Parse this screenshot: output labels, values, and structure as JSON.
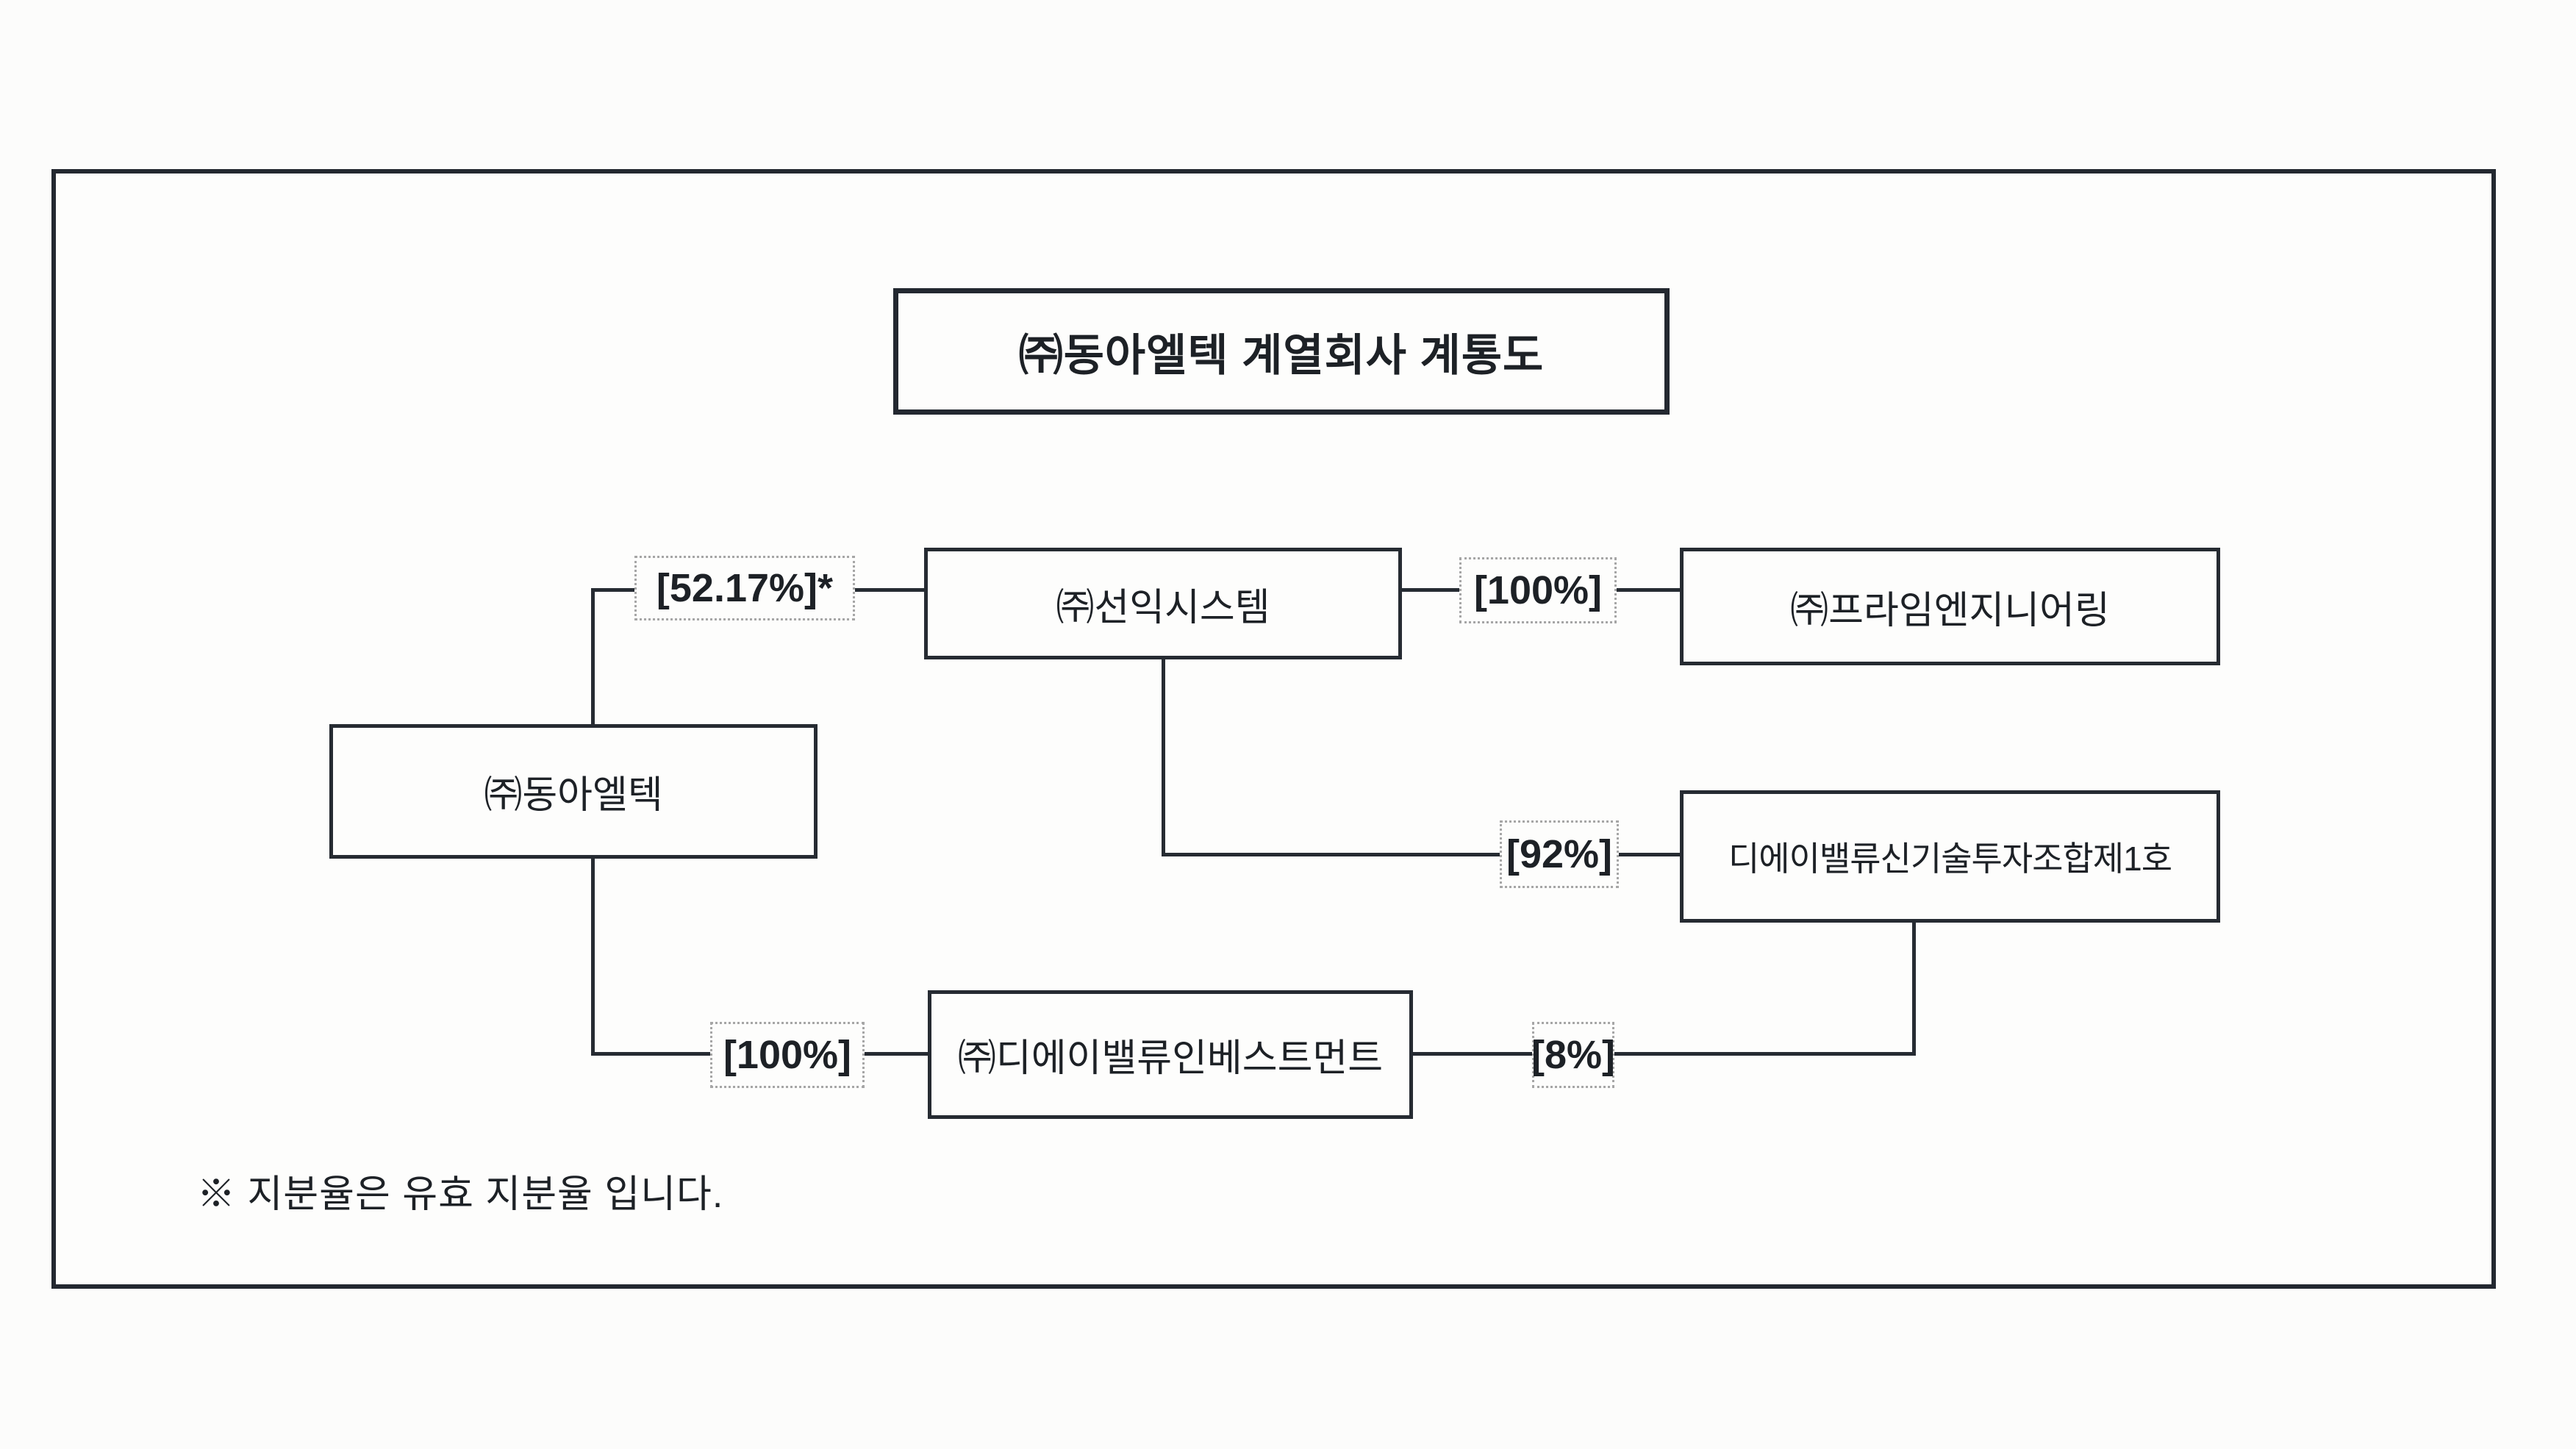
{
  "title": "㈜동아엘텍 계열회사 계통도",
  "footnote": "※ 지분율은 유효 지분율 입니다.",
  "colors": {
    "frame_border": "#232830",
    "box_border": "#262b32",
    "label_border": "#a6a6a6",
    "text": "#1d2126",
    "background": "#fcfcfb"
  },
  "nodes": {
    "donga": {
      "label": "㈜동아엘텍"
    },
    "sunic": {
      "label": "㈜선익시스템"
    },
    "prime": {
      "label": "㈜프라임엔지니어링"
    },
    "fund": {
      "label": "디에이밸류신기술투자조합제1호"
    },
    "invest": {
      "label": "㈜디에이밸류인베스트먼트"
    }
  },
  "ownership": {
    "donga_sunic": "[52.17%]*",
    "sunic_prime": "[100%]",
    "sunic_fund": "[92%]",
    "donga_invest": "[100%]",
    "invest_fund": "[8%]"
  },
  "edges": [
    {
      "from": "㈜동아엘텍",
      "to": "㈜선익시스템",
      "stake": "52.17%",
      "note": "effective ratio, asterisked"
    },
    {
      "from": "㈜선익시스템",
      "to": "㈜프라임엔지니어링",
      "stake": "100%"
    },
    {
      "from": "㈜선익시스템",
      "to": "디에이밸류신기술투자조합제1호",
      "stake": "92%"
    },
    {
      "from": "㈜동아엘텍",
      "to": "㈜디에이밸류인베스트먼트",
      "stake": "100%"
    },
    {
      "from": "㈜디에이밸류인베스트먼트",
      "to": "디에이밸류신기술투자조합제1호",
      "stake": "8%"
    }
  ]
}
